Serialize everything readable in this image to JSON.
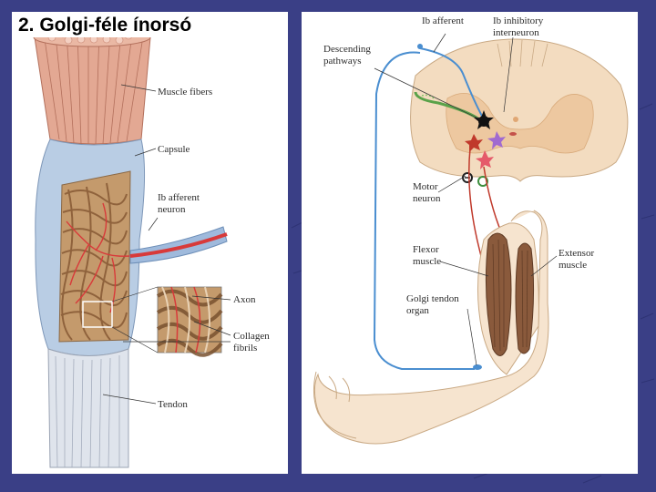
{
  "slide": {
    "title": "2. Golgi-féle ínorsó"
  },
  "left_diagram": {
    "labels": {
      "muscle_fibers": "Muscle fibers",
      "capsule": "Capsule",
      "ib_afferent_line1": "Ib afferent",
      "ib_afferent_line2": "neuron",
      "axon": "Axon",
      "collagen_line1": "Collagen",
      "collagen_line2": "fibrils",
      "tendon": "Tendon"
    }
  },
  "right_diagram": {
    "labels": {
      "ib_afferent": "Ib afferent",
      "ib_inhibitory_line1": "Ib inhibitory",
      "ib_inhibitory_line2": "interneuron",
      "descending_line1": "Descending",
      "descending_line2": "pathways",
      "motor_line1": "Motor",
      "motor_line2": "neuron",
      "flexor_line1": "Flexor",
      "flexor_line2": "muscle",
      "extensor_line1": "Extensor",
      "extensor_line2": "muscle",
      "golgi_line1": "Golgi tendon",
      "golgi_line2": "organ"
    }
  },
  "colors": {
    "background": "#3a3f86",
    "muscle": "#e3a893",
    "capsule": "#b9cde4",
    "collagen": "#b88b5f",
    "axon": "#d83a3a",
    "afferent": "#4a8ed0",
    "spinal_cord": "#f3dcc0",
    "skin": "#f6e4cf"
  }
}
